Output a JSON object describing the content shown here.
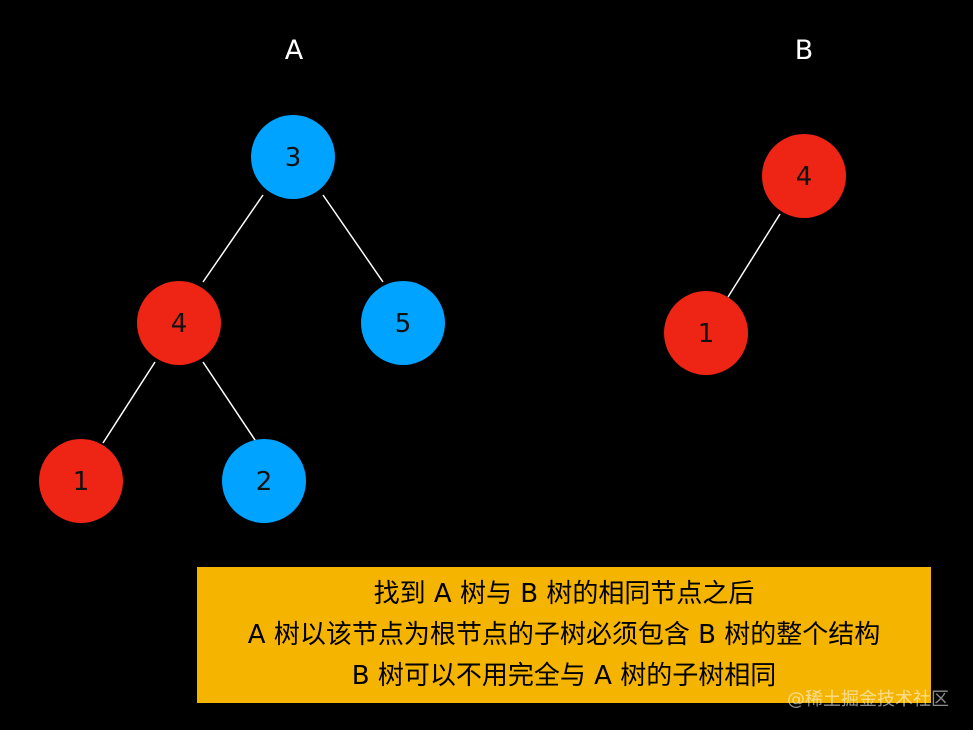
{
  "colors": {
    "background": "#000000",
    "node_red": "#EE2414",
    "node_blue": "#00A3FF",
    "edge": "#FFFFFF",
    "note_background": "#F4B400"
  },
  "trees": {
    "a": {
      "title": "A",
      "nodes": [
        {
          "label": "3",
          "color": "blue"
        },
        {
          "label": "4",
          "color": "red"
        },
        {
          "label": "5",
          "color": "blue"
        },
        {
          "label": "1",
          "color": "red"
        },
        {
          "label": "2",
          "color": "blue"
        }
      ],
      "edges": [
        [
          "3",
          "4"
        ],
        [
          "3",
          "5"
        ],
        [
          "4",
          "1"
        ],
        [
          "4",
          "2"
        ]
      ]
    },
    "b": {
      "title": "B",
      "nodes": [
        {
          "label": "4",
          "color": "red"
        },
        {
          "label": "1",
          "color": "red"
        }
      ],
      "edges": [
        [
          "4",
          "1"
        ]
      ]
    }
  },
  "note": {
    "line1": "找到 A 树与 B 树的相同节点之后",
    "line2": "A 树以该节点为根节点的子树必须包含 B 树的整个结构",
    "line3": "B 树可以不用完全与 A 树的子树相同"
  },
  "watermark": "@稀土掘金技术社区"
}
